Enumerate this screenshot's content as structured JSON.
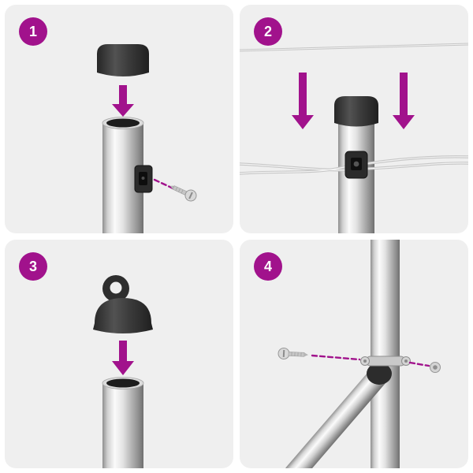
{
  "colors": {
    "accent": "#A1128C",
    "panel_background": "#EFEFEF",
    "cap_dark": "#333333",
    "metal_light": "#F7F7F7",
    "metal_dark": "#7A7A7A",
    "wire_gray": "#C6C6C6"
  },
  "steps": [
    {
      "number": "1"
    },
    {
      "number": "2"
    },
    {
      "number": "3"
    },
    {
      "number": "4"
    }
  ]
}
